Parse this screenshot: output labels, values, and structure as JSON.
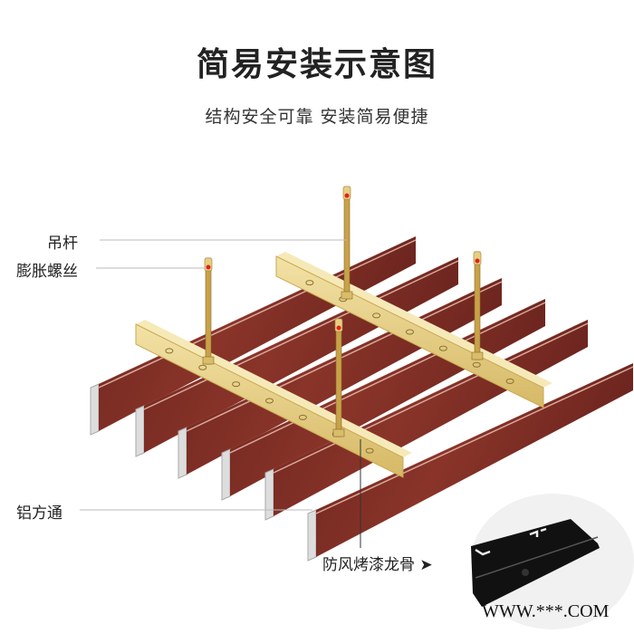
{
  "title": "简易安装示意图",
  "subtitle": "结构安全可靠 安装简易便捷",
  "labels": {
    "rod": "吊杆",
    "bolt": "膨胀螺丝",
    "tube": "铝方通",
    "keel": "防风烤漆龙骨 ➤"
  },
  "watermark": "WWW.***.COM",
  "colors": {
    "wood": "#7a2a22",
    "gold": "#e6cf85",
    "keel_inset": "#111111"
  }
}
